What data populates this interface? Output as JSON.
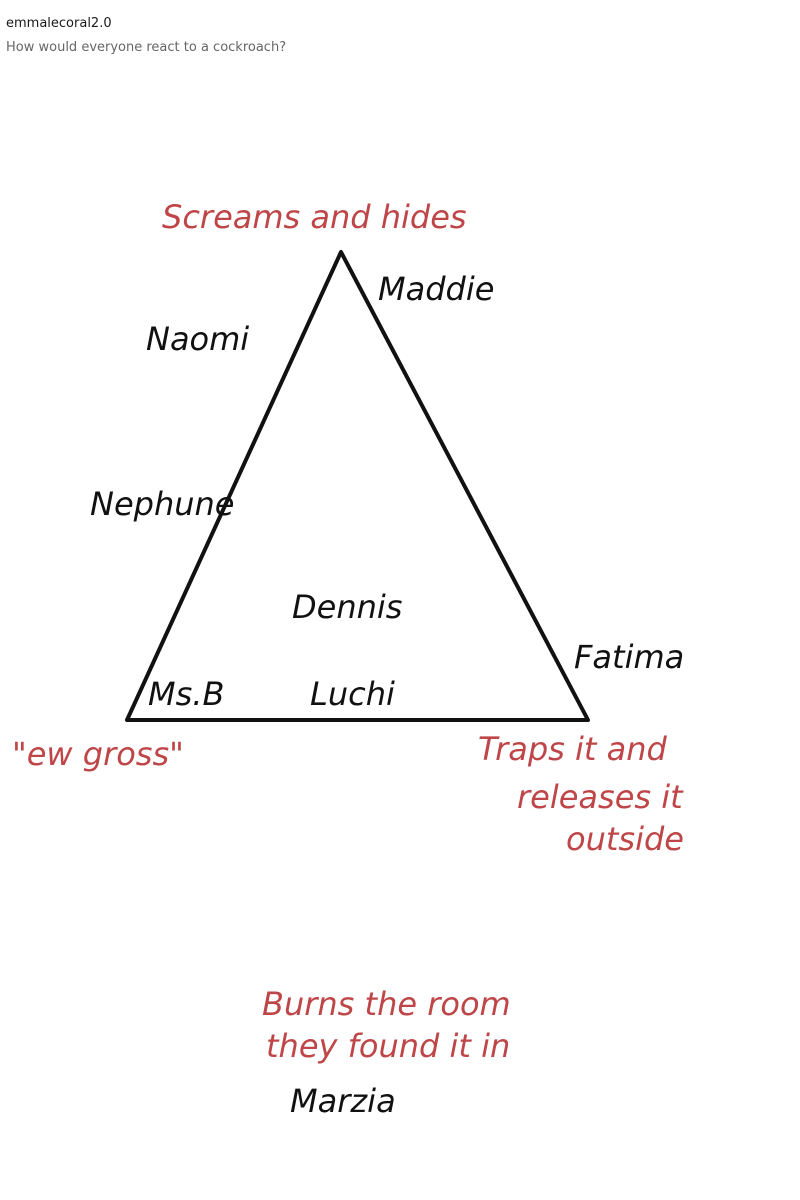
{
  "post": {
    "username": "emmalecoral2.0",
    "question": "How would everyone react to a cockroach?"
  },
  "diagram": {
    "corners": {
      "top": "Screams and hides",
      "bottom_left": "\"ew gross\"",
      "bottom_right": [
        "Traps it and",
        "releases it",
        "outside"
      ],
      "outside": [
        "Burns the room",
        "they found it in"
      ]
    },
    "names": {
      "maddie": "Maddie",
      "naomi": "Naomi",
      "neptune": "Nephune",
      "dennis": "Dennis",
      "fatima": "Fatima",
      "msb": "Ms.B",
      "luchi": "Luchi",
      "marzia": "Marzia"
    },
    "colors": {
      "ink": "#111111",
      "accent": "#bf4648"
    }
  }
}
